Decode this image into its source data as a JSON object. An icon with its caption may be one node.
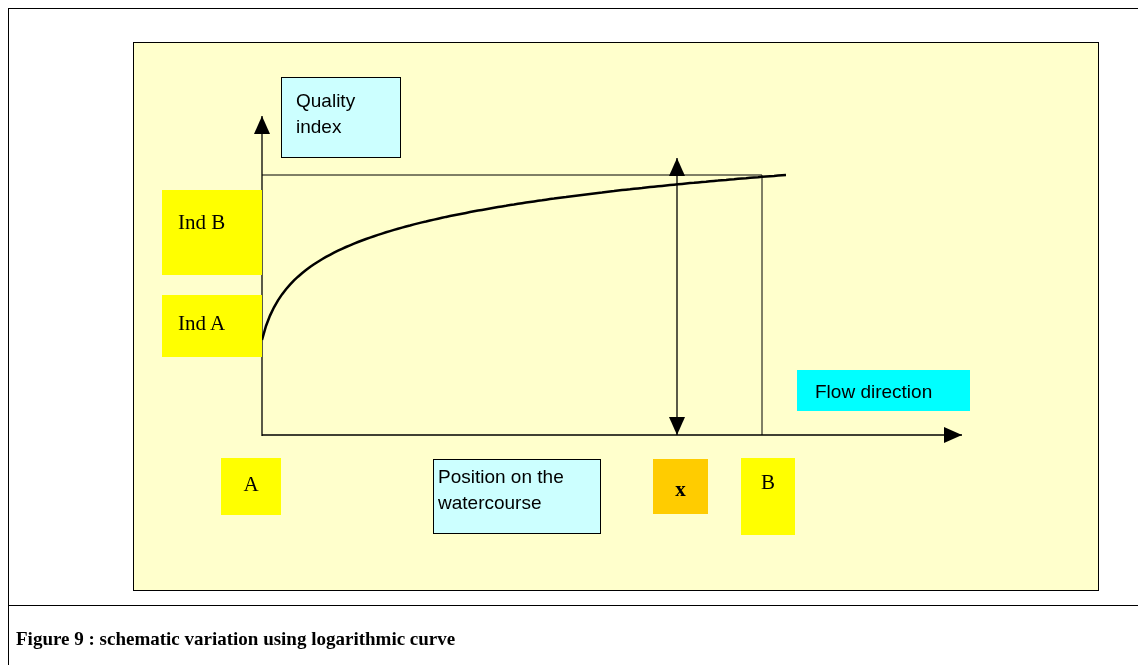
{
  "diagram": {
    "caption": "Figure 9 : schematic variation using logarithmic curve",
    "nodes": [
      {
        "text": [
          "Quality index"
        ]
      },
      {
        "text": [
          "Ind B"
        ]
      },
      {
        "text": [
          "Ind A"
        ]
      },
      {
        "text": [
          "Flow direction"
        ]
      },
      {
        "text": [
          "A"
        ]
      },
      {
        "text": [
          "Position on the watercourse"
        ]
      },
      {
        "text": [
          "x"
        ]
      },
      {
        "text": [
          "B"
        ]
      }
    ]
  }
}
